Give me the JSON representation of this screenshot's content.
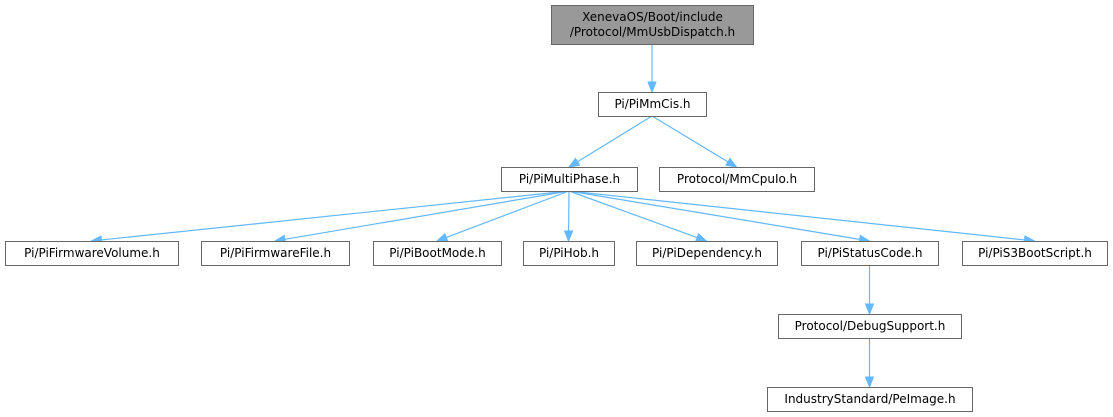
{
  "colors": {
    "root_fill": "#999999",
    "node_fill": "#ffffff",
    "border": "#666666",
    "edge": "#63b8ff",
    "text": "#000000"
  },
  "nodes": [
    {
      "id": "root",
      "label": "XenevaOS/Boot/include\n/Protocol/MmUsbDispatch.h",
      "root": true
    },
    {
      "id": "mmcis",
      "label": "Pi/PiMmCis.h"
    },
    {
      "id": "multiphase",
      "label": "Pi/PiMultiPhase.h"
    },
    {
      "id": "mmcpuio",
      "label": "Protocol/MmCpuIo.h"
    },
    {
      "id": "fwvol",
      "label": "Pi/PiFirmwareVolume.h"
    },
    {
      "id": "fwfile",
      "label": "Pi/PiFirmwareFile.h"
    },
    {
      "id": "bootmode",
      "label": "Pi/PiBootMode.h"
    },
    {
      "id": "hob",
      "label": "Pi/PiHob.h"
    },
    {
      "id": "dependency",
      "label": "Pi/PiDependency.h"
    },
    {
      "id": "statuscode",
      "label": "Pi/PiStatusCode.h"
    },
    {
      "id": "s3boot",
      "label": "Pi/PiS3BootScript.h"
    },
    {
      "id": "debugsupport",
      "label": "Protocol/DebugSupport.h"
    },
    {
      "id": "peimage",
      "label": "IndustryStandard/PeImage.h"
    }
  ],
  "edges": [
    {
      "from": "root",
      "to": "mmcis"
    },
    {
      "from": "mmcis",
      "to": "multiphase"
    },
    {
      "from": "mmcis",
      "to": "mmcpuio"
    },
    {
      "from": "multiphase",
      "to": "fwvol"
    },
    {
      "from": "multiphase",
      "to": "fwfile"
    },
    {
      "from": "multiphase",
      "to": "bootmode"
    },
    {
      "from": "multiphase",
      "to": "hob"
    },
    {
      "from": "multiphase",
      "to": "dependency"
    },
    {
      "from": "multiphase",
      "to": "statuscode"
    },
    {
      "from": "multiphase",
      "to": "s3boot"
    },
    {
      "from": "statuscode",
      "to": "debugsupport"
    },
    {
      "from": "debugsupport",
      "to": "peimage"
    }
  ]
}
